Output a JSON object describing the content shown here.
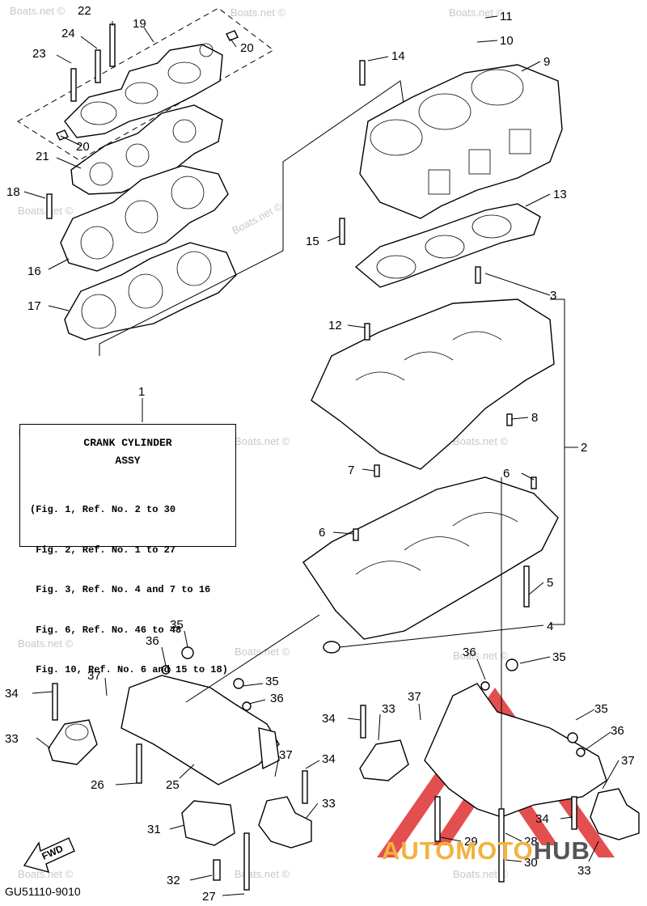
{
  "diagram": {
    "callouts": [
      {
        "id": "22",
        "text": "22"
      },
      {
        "id": "19",
        "text": "19"
      },
      {
        "id": "24",
        "text": "24"
      },
      {
        "id": "23",
        "text": "23"
      },
      {
        "id": "20a",
        "text": "20"
      },
      {
        "id": "20b",
        "text": "20"
      },
      {
        "id": "21",
        "text": "21"
      },
      {
        "id": "18",
        "text": "18"
      },
      {
        "id": "16",
        "text": "16"
      },
      {
        "id": "17",
        "text": "17"
      },
      {
        "id": "11",
        "text": "11"
      },
      {
        "id": "10",
        "text": "10"
      },
      {
        "id": "14",
        "text": "14"
      },
      {
        "id": "9",
        "text": "9"
      },
      {
        "id": "13",
        "text": "13"
      },
      {
        "id": "15",
        "text": "15"
      },
      {
        "id": "3",
        "text": "3"
      },
      {
        "id": "12",
        "text": "12"
      },
      {
        "id": "1",
        "text": "1"
      },
      {
        "id": "8",
        "text": "8"
      },
      {
        "id": "2",
        "text": "2"
      },
      {
        "id": "7",
        "text": "7"
      },
      {
        "id": "6a",
        "text": "6"
      },
      {
        "id": "6b",
        "text": "6"
      },
      {
        "id": "5",
        "text": "5"
      },
      {
        "id": "4",
        "text": "4"
      },
      {
        "id": "35a",
        "text": "35"
      },
      {
        "id": "36a",
        "text": "36"
      },
      {
        "id": "37a",
        "text": "37"
      },
      {
        "id": "34a",
        "text": "34"
      },
      {
        "id": "33a",
        "text": "33"
      },
      {
        "id": "35b",
        "text": "35"
      },
      {
        "id": "36b",
        "text": "36"
      },
      {
        "id": "26",
        "text": "26"
      },
      {
        "id": "25",
        "text": "25"
      },
      {
        "id": "37b",
        "text": "37"
      },
      {
        "id": "34b",
        "text": "34"
      },
      {
        "id": "33b",
        "text": "33"
      },
      {
        "id": "31",
        "text": "31"
      },
      {
        "id": "32",
        "text": "32"
      },
      {
        "id": "27",
        "text": "27"
      },
      {
        "id": "36c",
        "text": "36"
      },
      {
        "id": "35c",
        "text": "35"
      },
      {
        "id": "37c",
        "text": "37"
      },
      {
        "id": "34c",
        "text": "34"
      },
      {
        "id": "33c",
        "text": "33"
      },
      {
        "id": "35d",
        "text": "35"
      },
      {
        "id": "36d",
        "text": "36"
      },
      {
        "id": "37d",
        "text": "37"
      },
      {
        "id": "34d",
        "text": "34"
      },
      {
        "id": "28",
        "text": "28"
      },
      {
        "id": "29",
        "text": "29"
      },
      {
        "id": "30",
        "text": "30"
      },
      {
        "id": "33d",
        "text": "33"
      }
    ],
    "watermark": "Boats.net ©",
    "fwd_label": "FWD",
    "diagram_code": "GU51110-9010"
  },
  "assy_box": {
    "title_line1": "CRANK CYLINDER",
    "title_line2": "ASSY",
    "refs": [
      "(Fig. 1, Ref. No. 2 to 30",
      " Fig. 2, Ref. No. 1 to 27",
      " Fig. 3, Ref. No. 4 and 7 to 16",
      " Fig. 6, Ref. No. 46 to 48",
      " Fig. 10, Ref. No. 6 and 15 to 18)"
    ]
  },
  "logo": {
    "part1": "AUTOMOTO",
    "part2": "HUB",
    "color1": "#f3b23d",
    "color2": "#555555",
    "mark_color": "#e03c3c"
  }
}
